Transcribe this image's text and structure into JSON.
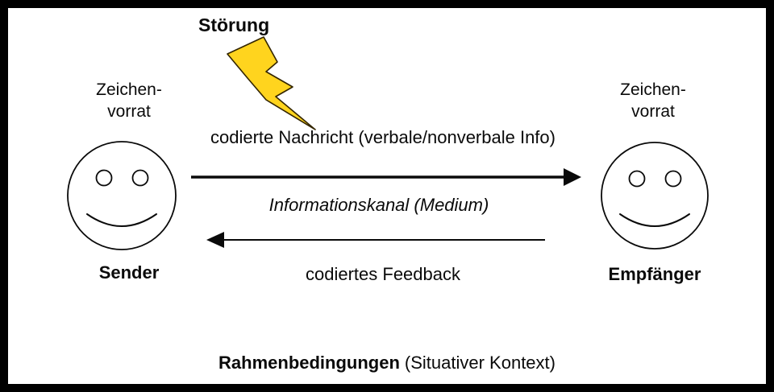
{
  "diagram": {
    "disturbance": {
      "title": "Störung"
    },
    "sender": {
      "label": "Sender",
      "vocab_line1": "Zeichen-",
      "vocab_line2": "vorrat"
    },
    "receiver": {
      "label": "Empfänger",
      "vocab_line1": "Zeichen-",
      "vocab_line2": "vorrat"
    },
    "message_label": "codierte Nachricht (verbale/nonverbale Info)",
    "channel_label": "Informationskanal (Medium)",
    "feedback_label": "codiertes Feedback",
    "footer": {
      "bold": "Rahmenbedingungen",
      "regular": "(Situativer Kontext)"
    }
  },
  "colors": {
    "frame": "#000000",
    "background": "#ffffff",
    "ink": "#0a0a0a",
    "lightning_fill": "#ffd41e",
    "lightning_stroke": "#332500"
  }
}
